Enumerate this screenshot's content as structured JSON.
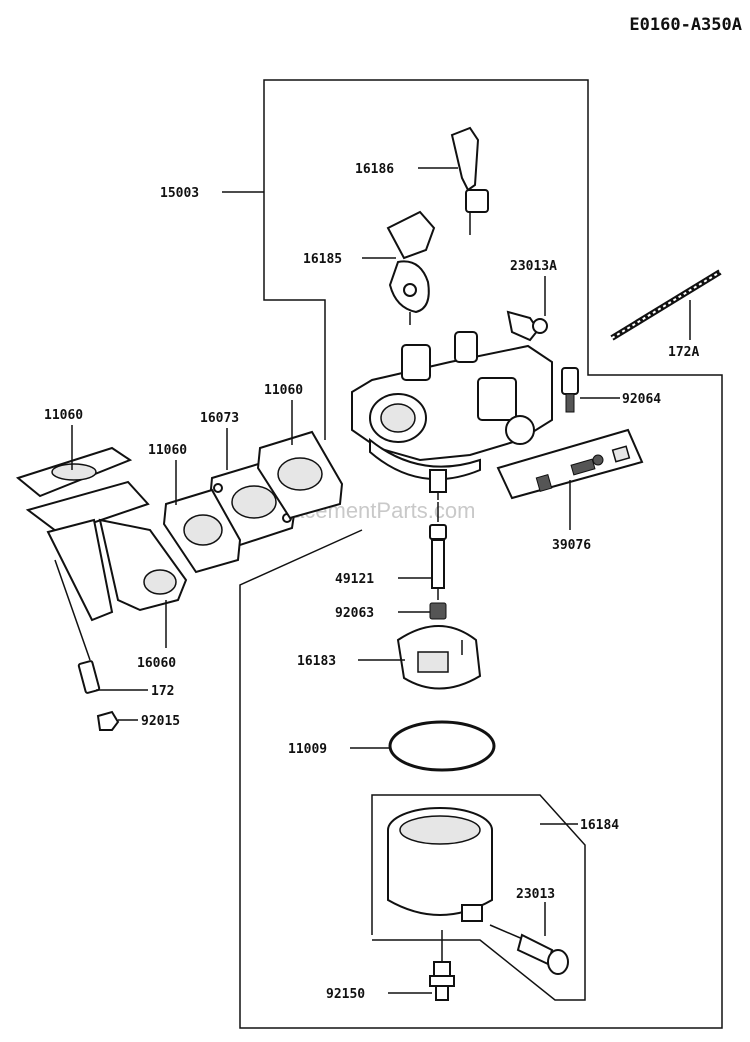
{
  "diagram_code": "E0160-A350A",
  "watermark": "eReplacementParts.com",
  "part_labels": {
    "p15003": "15003",
    "p16186": "16186",
    "p16185": "16185",
    "p23013A": "23013A",
    "p172A": "172A",
    "p92064": "92064",
    "p11060_left": "11060",
    "p11060_mid": "11060",
    "p11060_top": "11060",
    "p16073": "16073",
    "p39076": "39076",
    "p49121": "49121",
    "p92063": "92063",
    "p16060": "16060",
    "p16183": "16183",
    "p172": "172",
    "p92015": "92015",
    "p11009": "11009",
    "p16184": "16184",
    "p23013": "23013",
    "p92150": "92150"
  }
}
